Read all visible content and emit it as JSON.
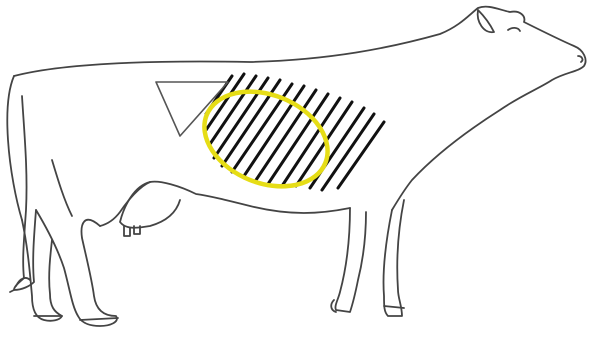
{
  "diagram": {
    "subject": "cow",
    "style": "line-drawing",
    "regions": [
      {
        "name": "triangle-region",
        "shape": "triangle",
        "fill": "none",
        "stroke": "#555555"
      },
      {
        "name": "hatched-region",
        "pattern": "diagonal-lines",
        "stroke": "#111111"
      },
      {
        "name": "highlight-ellipse",
        "shape": "ellipse",
        "stroke": "#e6dd16"
      }
    ],
    "colors": {
      "outline": "#444444",
      "hatch": "#111111",
      "highlight": "#e6dd16",
      "background": "#ffffff"
    }
  }
}
